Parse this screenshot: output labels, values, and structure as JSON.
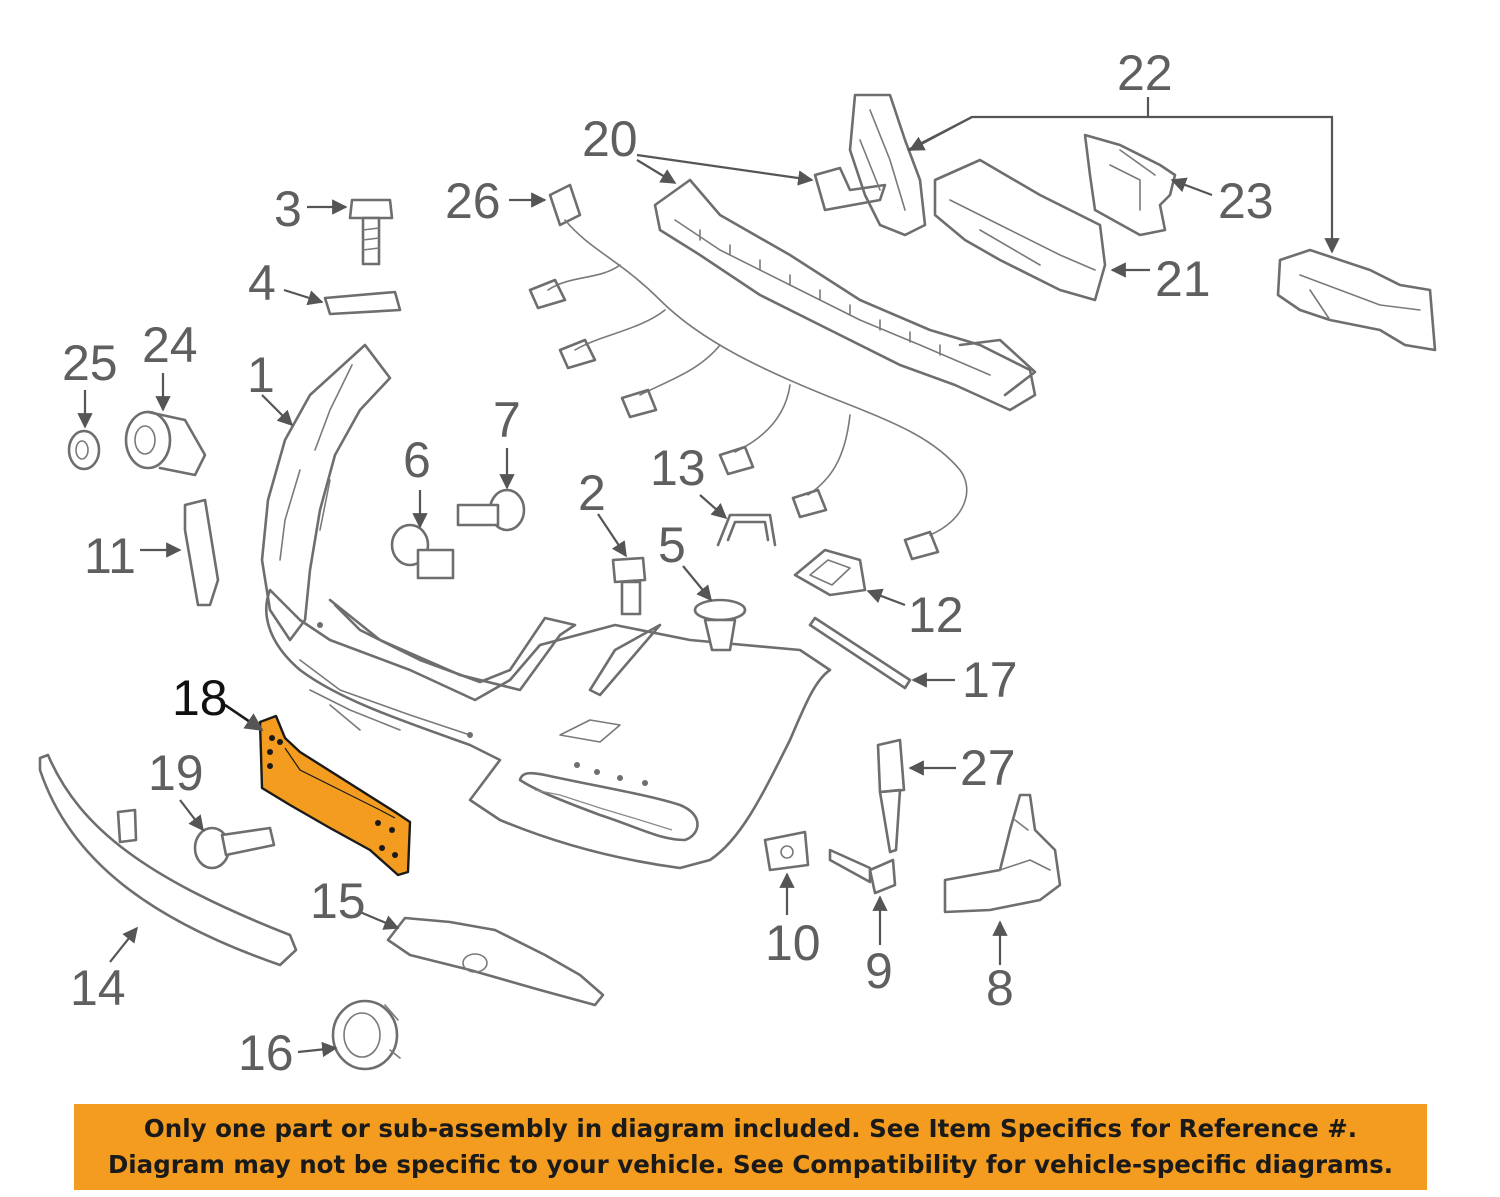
{
  "callouts": [
    {
      "id": "1",
      "label": "1"
    },
    {
      "id": "2",
      "label": "2"
    },
    {
      "id": "3",
      "label": "3"
    },
    {
      "id": "4",
      "label": "4"
    },
    {
      "id": "5",
      "label": "5"
    },
    {
      "id": "6",
      "label": "6"
    },
    {
      "id": "7",
      "label": "7"
    },
    {
      "id": "8",
      "label": "8"
    },
    {
      "id": "9",
      "label": "9"
    },
    {
      "id": "10",
      "label": "10"
    },
    {
      "id": "11",
      "label": "11"
    },
    {
      "id": "12",
      "label": "12"
    },
    {
      "id": "13",
      "label": "13"
    },
    {
      "id": "14",
      "label": "14"
    },
    {
      "id": "15",
      "label": "15"
    },
    {
      "id": "16",
      "label": "16"
    },
    {
      "id": "17",
      "label": "17"
    },
    {
      "id": "18",
      "label": "18"
    },
    {
      "id": "19",
      "label": "19"
    },
    {
      "id": "20",
      "label": "20"
    },
    {
      "id": "21",
      "label": "21"
    },
    {
      "id": "22",
      "label": "22"
    },
    {
      "id": "23",
      "label": "23"
    },
    {
      "id": "24",
      "label": "24"
    },
    {
      "id": "25",
      "label": "25"
    },
    {
      "id": "26",
      "label": "26"
    },
    {
      "id": "27",
      "label": "27"
    }
  ],
  "highlighted_part": "18",
  "colors": {
    "highlight_fill": "#f39c1f",
    "banner_background": "#f39c1f",
    "line_art": "#6e6e6e"
  },
  "banner": {
    "line1": "Only one part or sub-assembly in diagram included. See Item Specifics for Reference #.",
    "line2": "Diagram may not be specific to your vehicle. See Compatibility for vehicle-specific diagrams."
  }
}
